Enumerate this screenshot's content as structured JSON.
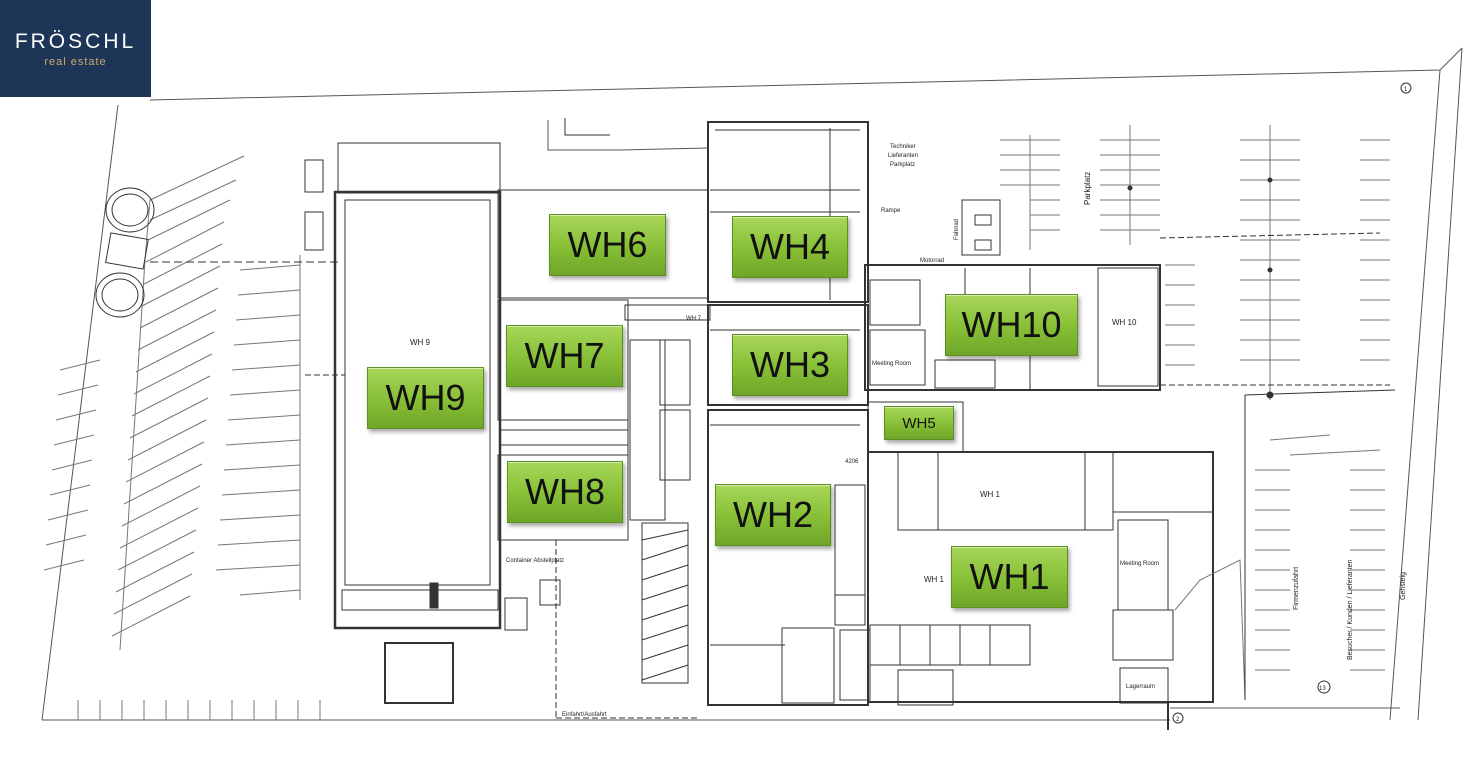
{
  "logo": {
    "brand": "FRÖSCHL",
    "tagline": "real estate",
    "background": "#1d3557",
    "accent": "#c9a96e"
  },
  "highlight_labels": [
    {
      "id": "wh1",
      "text": "WH1"
    },
    {
      "id": "wh2",
      "text": "WH2"
    },
    {
      "id": "wh3",
      "text": "WH3"
    },
    {
      "id": "wh4",
      "text": "WH4"
    },
    {
      "id": "wh5",
      "text": "WH5"
    },
    {
      "id": "wh6",
      "text": "WH6"
    },
    {
      "id": "wh7",
      "text": "WH7"
    },
    {
      "id": "wh8",
      "text": "WH8"
    },
    {
      "id": "wh9",
      "text": "WH9"
    },
    {
      "id": "wh10",
      "text": "WH10"
    }
  ],
  "label_color": "#86bf35",
  "plan_texts": {
    "wh9_inner": "WH 9",
    "wh1_inner_a": "WH 1",
    "wh1_inner_b": "WH 1",
    "wh10_inner": "WH 10",
    "wh7_inner": "WH 7",
    "techniker_1": "Techniker",
    "techniker_2": "Lieferanten",
    "techniker_3": "Parkplatz",
    "rampe": "Rampe",
    "motorrad": "Motorrad",
    "fahrrad": "Fahrrad",
    "parkplatz": "Parkplatz",
    "firmenzufahrt": "Firmenzufahrt",
    "besucher": "Besucher / Kunden / Lieferanten",
    "gehsteig": "Gehsteig",
    "meeting_a": "Meeting Room",
    "meeting_b": "Meeting Room",
    "lagerraum": "Lagerraum",
    "container": "Container Abstellplatz",
    "einfahrt": "Einfahrt/Ausfahrt",
    "num_1": "1",
    "num_2": "2",
    "num_13": "13",
    "num_4206": "4206"
  }
}
